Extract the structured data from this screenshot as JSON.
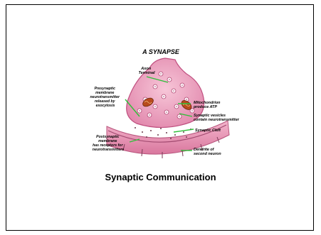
{
  "diagram": {
    "title": "A SYNAPSE",
    "labels": {
      "axon_terminal": [
        "Axon",
        "Terminal"
      ],
      "presynaptic_membrane": [
        "Presynaptic",
        "membrane",
        "neurotransmitter",
        "released by",
        "exocytosis"
      ],
      "mitochondrion": [
        "Mitochondrion",
        "produce ATP"
      ],
      "synaptic_vesicles": [
        "Synaptic vesicles",
        "contain neurotransmitter"
      ],
      "synaptic_cleft": [
        "Synaptic Cleft"
      ],
      "postsynaptic_membrane": [
        "Postsynaptic",
        "membrane",
        "has receptors for",
        "neurotransmitters"
      ],
      "dendrite": [
        "Dendrite of",
        "second neuron"
      ]
    },
    "colors": {
      "terminal_fill": "#f0a8c4",
      "terminal_stroke": "#c05080",
      "vesicle": "#ffffff",
      "mitochondrion": "#b84a1c",
      "dendrite_fill": "#eb9db8",
      "leader_line": "#2fbf3a"
    }
  },
  "caption": "Synaptic Communication"
}
